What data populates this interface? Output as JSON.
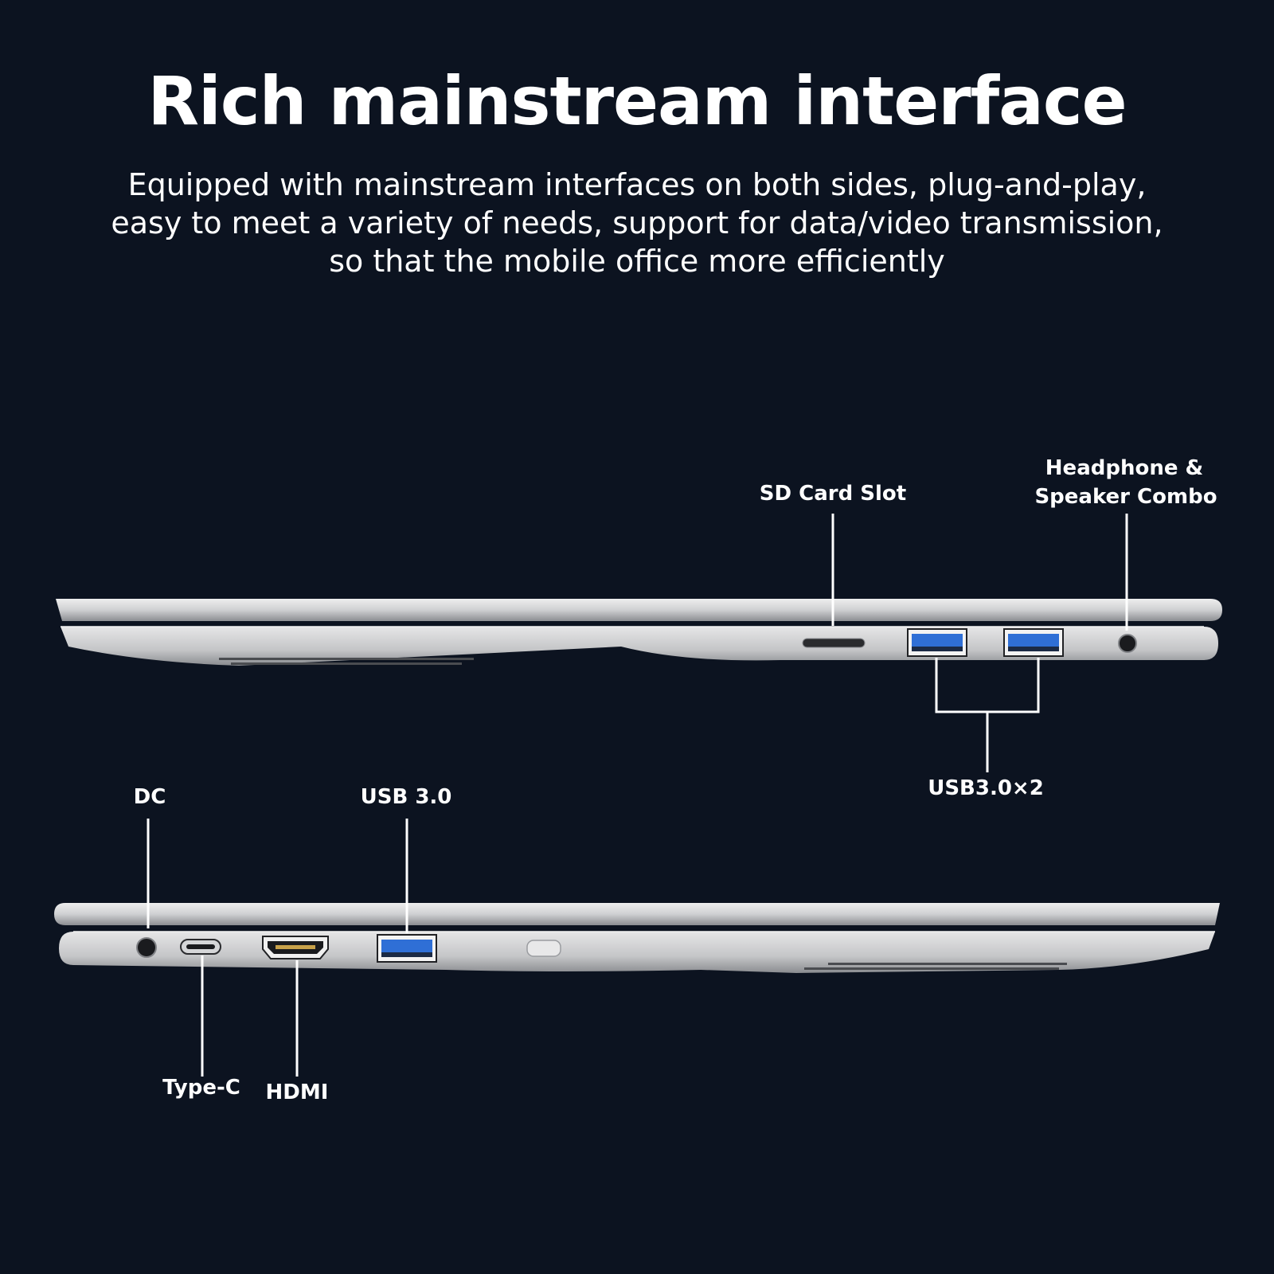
{
  "header": {
    "title": "Rich mainstream interface",
    "subtitle_lines": [
      "Equipped with mainstream interfaces on both sides, plug-and-play,",
      "easy to meet a variety of needs, support for data/video transmission,",
      "so that the mobile office more efficiently"
    ]
  },
  "right_side": {
    "sd_card_label": "SD Card Slot",
    "headphone_label_line1": "Headphone &",
    "headphone_label_line2": "Speaker Combo",
    "usb_pair_label": "USB3.0×2"
  },
  "left_side": {
    "dc_label": "DC",
    "usb_label": "USB 3.0",
    "typec_label": "Type-C",
    "hdmi_label": "HDMI"
  },
  "colors": {
    "background": "#0c1320",
    "chassis": "#c9cacc",
    "usb_blue": "#2f6fd6"
  }
}
